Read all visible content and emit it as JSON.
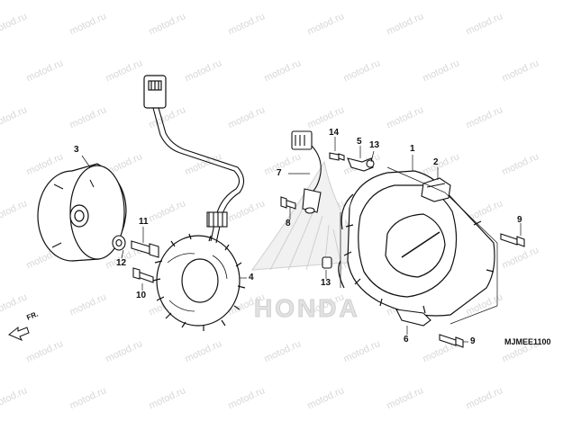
{
  "watermark_text": "motod.ru",
  "brand_mark_text": "HONDA",
  "diagram_code": "MJMEE1100",
  "front_indicator": "FR.",
  "callouts": {
    "c1": "1",
    "c2": "2",
    "c3": "3",
    "c4": "4",
    "c5": "5",
    "c6": "6",
    "c7": "7",
    "c8": "8",
    "c9a": "9",
    "c9b": "9",
    "c10": "10",
    "c11": "11",
    "c12": "12",
    "c13a": "13",
    "c13b": "13",
    "c14": "14"
  }
}
